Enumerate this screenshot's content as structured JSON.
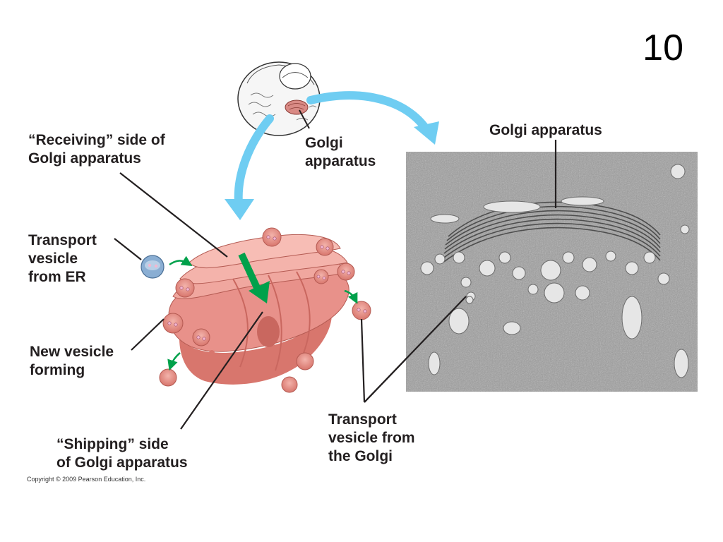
{
  "slide_number": "10",
  "labels": {
    "receiving_side": "“Receiving” side of\nGolgi apparatus",
    "golgi_cell": "Golgi\napparatus",
    "golgi_micrograph": "Golgi apparatus",
    "transport_vesicle_er": "Transport\nvesicle\nfrom ER",
    "new_vesicle": "New vesicle\nforming",
    "shipping_side": "“Shipping” side\nof Golgi apparatus",
    "transport_vesicle_golgi": "Transport\nvesicle  from\nthe Golgi"
  },
  "copyright": "Copyright © 2009 Pearson Education, Inc.",
  "colors": {
    "golgi_fill": "#e8918a",
    "golgi_dark": "#c9675f",
    "vesicle_dot": "#f4b7d0",
    "arrow_blue": "#6fcdf2",
    "arrow_green": "#00a14b",
    "er_vesicle": "#8aaed3",
    "micrograph_bg": "#9d9d9d"
  }
}
